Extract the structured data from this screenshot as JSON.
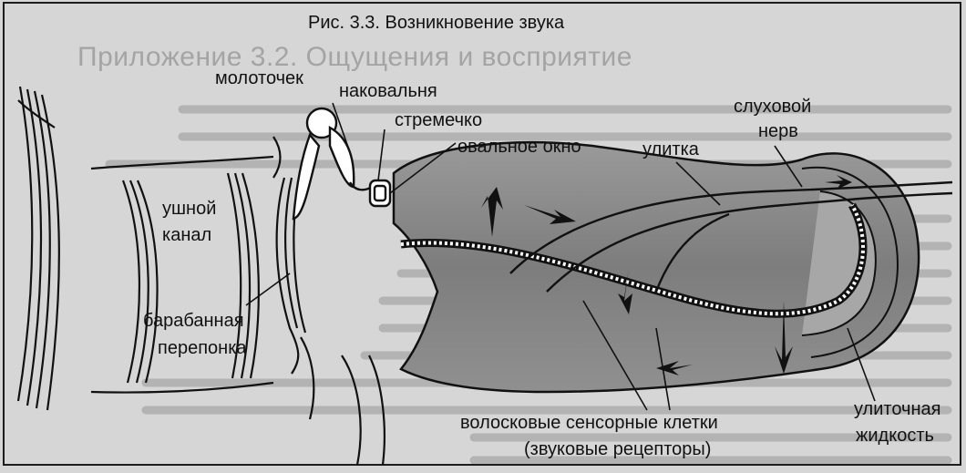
{
  "figure": {
    "caption": "Рис. 3.3. Возникновение звука",
    "labels": {
      "hammer": "молоточек",
      "anvil": "наковальня",
      "stirrup": "стремечко",
      "oval_window": "овальное окно",
      "auditory_nerve_line1": "слуховой",
      "auditory_nerve_line2": "нерв",
      "cochlea": "улитка",
      "ear_canal_line1": "ушной",
      "ear_canal_line2": "канал",
      "eardrum_line1": "барабанная",
      "eardrum_line2": "перепонка",
      "hair_cells_line1": "волосковые сенсорные клетки",
      "hair_cells_line2": "(звуковые рецепторы)",
      "cochlear_fluid_line1": "улиточная",
      "cochlear_fluid_line2": "жидкость"
    }
  },
  "background_page": {
    "heading": "Приложение 3.2. Ощущения и восприятие"
  },
  "colors": {
    "ink": "#111111",
    "cochlea_fill": "#8a8a8a",
    "paper": "#d6d6d6"
  }
}
